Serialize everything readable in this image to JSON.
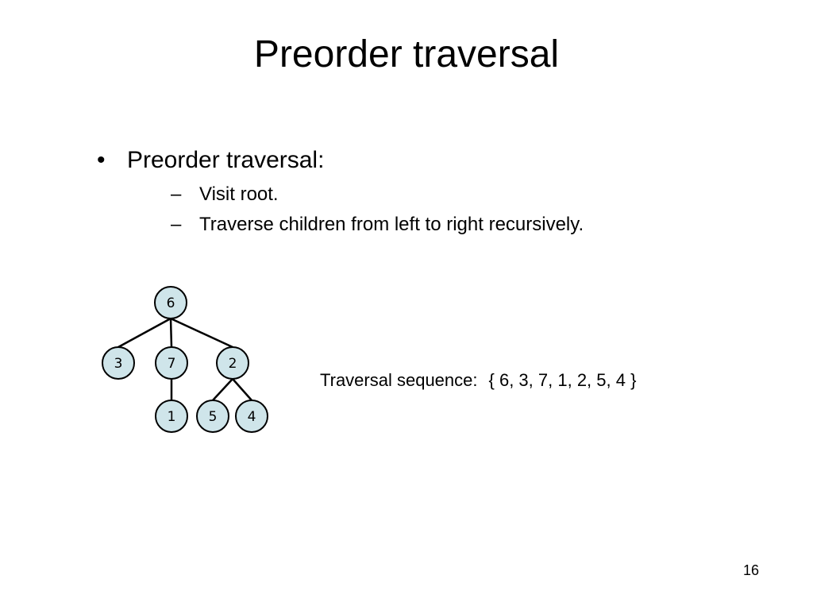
{
  "title": "Preorder traversal",
  "bullets": [
    {
      "mark": "•",
      "label": "Preorder traversal:",
      "subitems": [
        {
          "mark": "–",
          "label": "Visit root."
        },
        {
          "mark": "–",
          "label": "Traverse children from left to right recursively."
        }
      ]
    }
  ],
  "tree": {
    "node_fill": "#cfe5ea",
    "edge_color": "#000000",
    "nodes": [
      {
        "id": "n6",
        "label": "6"
      },
      {
        "id": "n3",
        "label": "3"
      },
      {
        "id": "n7",
        "label": "7"
      },
      {
        "id": "n2",
        "label": "2"
      },
      {
        "id": "n1",
        "label": "1"
      },
      {
        "id": "n5",
        "label": "5"
      },
      {
        "id": "n4",
        "label": "4"
      }
    ],
    "edges": [
      {
        "from": "6",
        "to": "3"
      },
      {
        "from": "6",
        "to": "7"
      },
      {
        "from": "6",
        "to": "2"
      },
      {
        "from": "7",
        "to": "1"
      },
      {
        "from": "2",
        "to": "5"
      },
      {
        "from": "2",
        "to": "4"
      }
    ]
  },
  "sequence": {
    "label": "Traversal sequence:",
    "value": "{ 6, 3, 7, 1, 2, 5, 4 }"
  },
  "page_number": "16"
}
